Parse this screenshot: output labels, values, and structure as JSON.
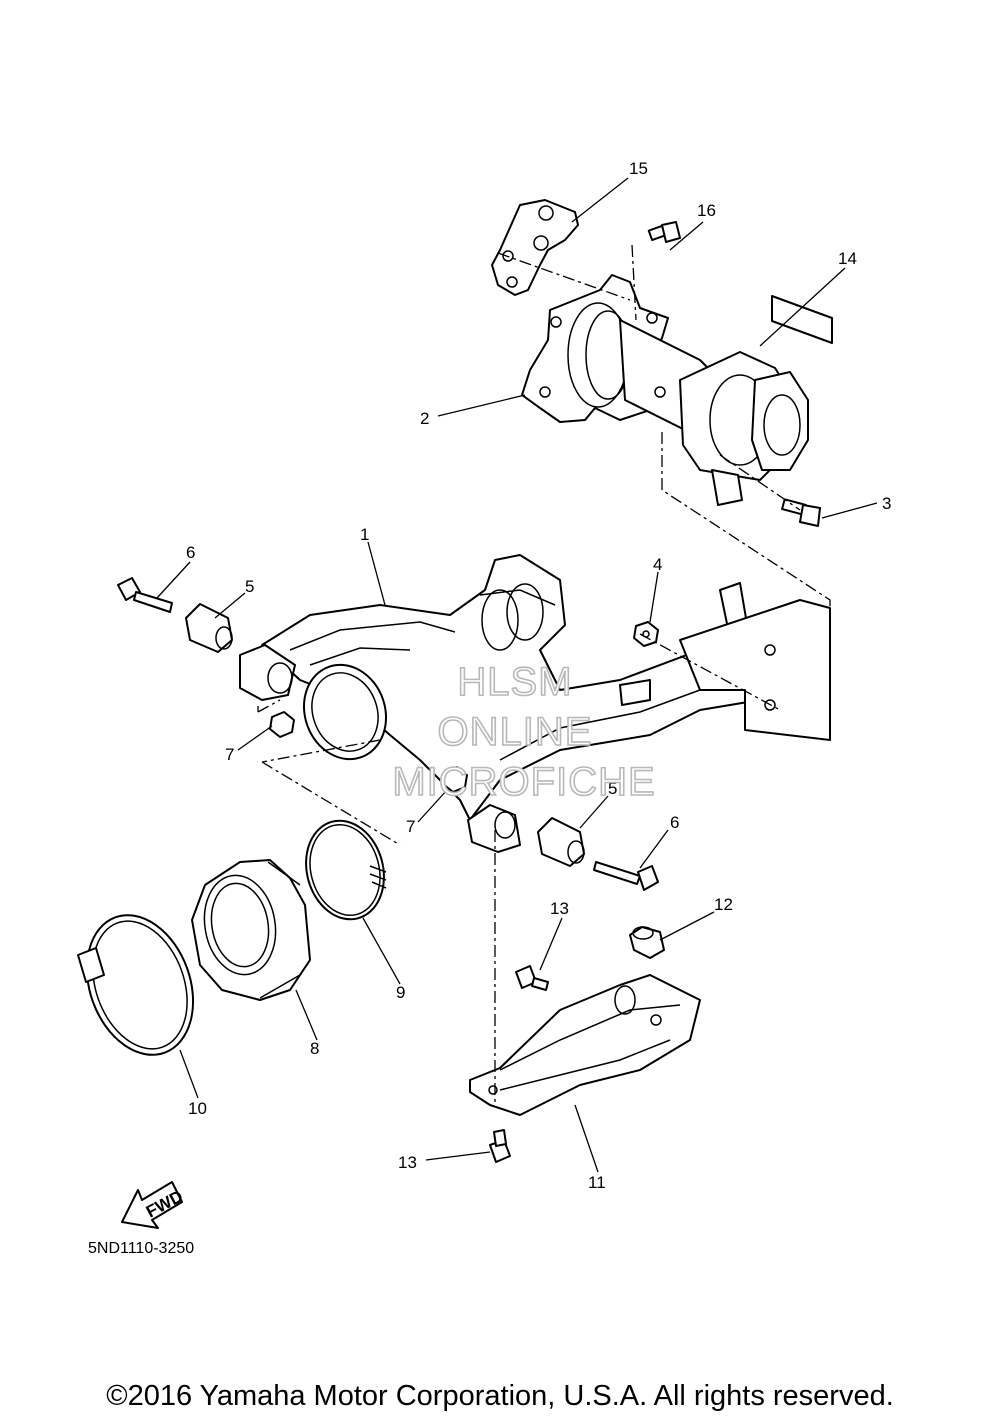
{
  "watermark": {
    "lines": [
      "HLSM",
      "ONLINE",
      "MICROFICHE"
    ]
  },
  "fwd_label": "FWD",
  "diagram_code": "5ND1110-3250",
  "copyright": "©2016 Yamaha Motor Corporation, U.S.A. All rights reserved.",
  "callouts": [
    {
      "id": "c15",
      "text": "15"
    },
    {
      "id": "c16",
      "text": "16"
    },
    {
      "id": "c14",
      "text": "14"
    },
    {
      "id": "c2",
      "text": "2"
    },
    {
      "id": "c3",
      "text": "3"
    },
    {
      "id": "c1",
      "text": "1"
    },
    {
      "id": "c6a",
      "text": "6"
    },
    {
      "id": "c5a",
      "text": "5"
    },
    {
      "id": "c4",
      "text": "4"
    },
    {
      "id": "c7a",
      "text": "7"
    },
    {
      "id": "c7b",
      "text": "7"
    },
    {
      "id": "c5b",
      "text": "5"
    },
    {
      "id": "c6b",
      "text": "6"
    },
    {
      "id": "c13a",
      "text": "13"
    },
    {
      "id": "c12",
      "text": "12"
    },
    {
      "id": "c9",
      "text": "9"
    },
    {
      "id": "c8",
      "text": "8"
    },
    {
      "id": "c10",
      "text": "10"
    },
    {
      "id": "c13b",
      "text": "13"
    },
    {
      "id": "c11",
      "text": "11"
    }
  ]
}
